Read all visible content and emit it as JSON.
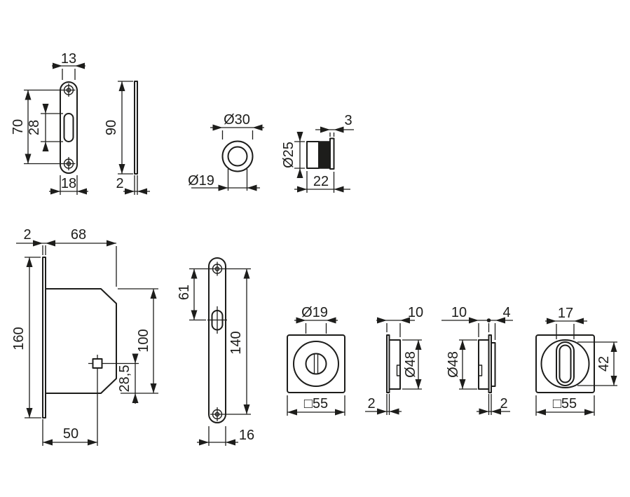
{
  "page": {
    "background": "#ffffff",
    "line_color": "#1d1d1b"
  },
  "dims": {
    "strike_plate_front": {
      "top_width": "13",
      "hole_spacing": "70",
      "slot_height": "28",
      "bottom_width": "18"
    },
    "strike_plate_side": {
      "height": "90",
      "thickness": "2"
    },
    "flush_pull": {
      "outer_diameter": "Ø30",
      "inner_diameter": "Ø19"
    },
    "cylinder": {
      "flange_thickness": "3",
      "diameter": "Ø25",
      "length": "22"
    },
    "lock_case": {
      "faceplate_thickness": "2",
      "case_depth": "68",
      "faceplate_height": "160",
      "case_height": "100",
      "spindle_to_bottom": "28,5",
      "backset": "50"
    },
    "faceplate_front": {
      "hole_to_slot": "61",
      "hole_spacing": "140",
      "width": "16"
    },
    "rose_release_front": {
      "bore_diameter": "Ø19",
      "square_size": "□55"
    },
    "rose_side_left": {
      "depth": "10",
      "diameter": "Ø48",
      "plate_thickness": "2"
    },
    "rose_side_right": {
      "depth": "10",
      "hub_depth": "4",
      "diameter": "Ø48",
      "plate_thickness": "2"
    },
    "rose_turn_front": {
      "turn_width": "17",
      "turn_height": "42",
      "square_size": "□55"
    }
  }
}
